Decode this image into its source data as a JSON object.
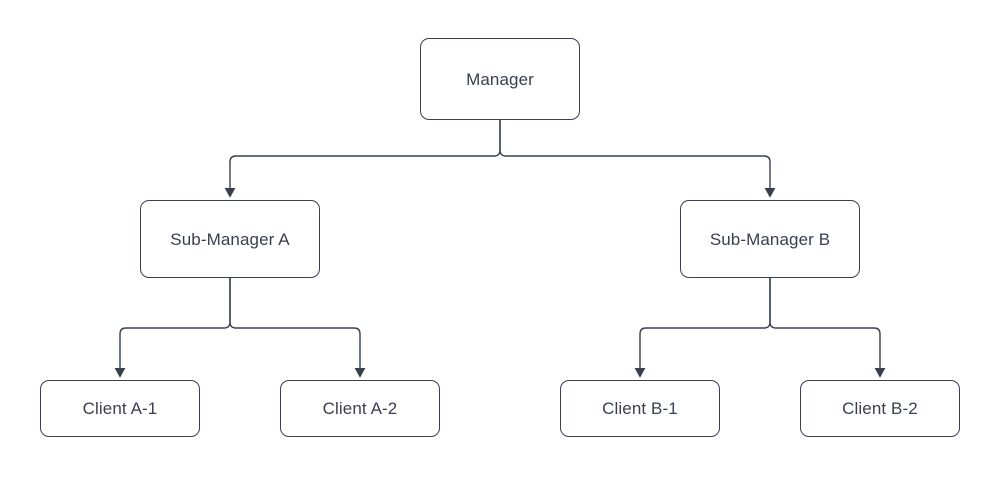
{
  "diagram": {
    "type": "org-chart",
    "orientation": "top-down",
    "background_color": "#ffffff",
    "stroke_color": "#38404e",
    "text_color": "#39404d",
    "nodes": {
      "root": {
        "label": "Manager"
      },
      "mid_a": {
        "label": "Sub-Manager A"
      },
      "mid_b": {
        "label": "Sub-Manager B"
      },
      "leaf_a1": {
        "label": "Client A-1"
      },
      "leaf_a2": {
        "label": "Client A-2"
      },
      "leaf_b1": {
        "label": "Client B-1"
      },
      "leaf_b2": {
        "label": "Client B-2"
      }
    },
    "edges": [
      {
        "from": "Manager",
        "to": "Sub-Manager A",
        "arrow": "end"
      },
      {
        "from": "Manager",
        "to": "Sub-Manager B",
        "arrow": "end"
      },
      {
        "from": "Sub-Manager A",
        "to": "Client A-1",
        "arrow": "end"
      },
      {
        "from": "Sub-Manager A",
        "to": "Client A-2",
        "arrow": "end"
      },
      {
        "from": "Sub-Manager B",
        "to": "Client B-1",
        "arrow": "end"
      },
      {
        "from": "Sub-Manager B",
        "to": "Client B-2",
        "arrow": "end"
      }
    ]
  }
}
